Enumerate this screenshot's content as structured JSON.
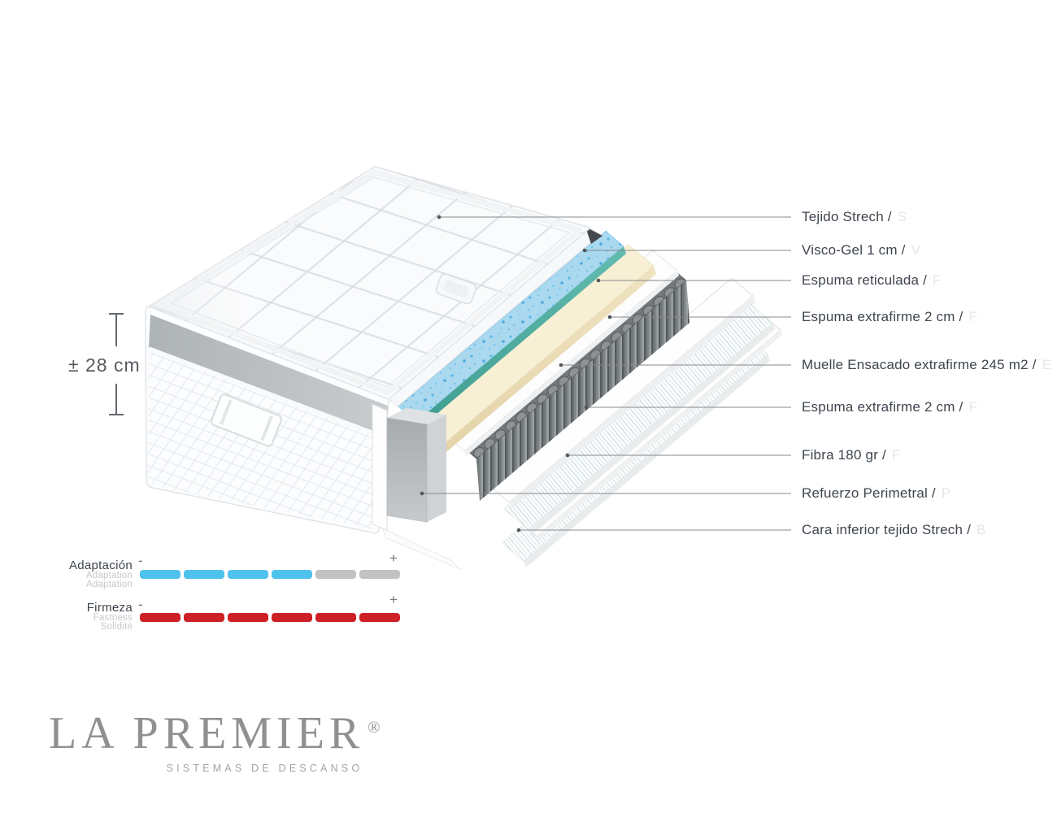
{
  "illustration": {
    "measurement_label": "± 28 cm",
    "layer_labels": [
      {
        "label": "Tejido Strech /",
        "faint": "S"
      },
      {
        "label": "Visco-Gel 1 cm /",
        "faint": "V"
      },
      {
        "label": "Espuma reticulada /",
        "faint": "F"
      },
      {
        "label": "Espuma extrafirme 2 cm /",
        "faint": "F"
      },
      {
        "label": "Muelle Ensacado extrafirme 245 m2 /",
        "faint": "E"
      },
      {
        "label": "Espuma extrafirme 2 cm /",
        "faint": "F"
      },
      {
        "label": "Fibra 180 gr /",
        "faint": "F"
      },
      {
        "label": "Refuerzo Perimetral /",
        "faint": "P"
      },
      {
        "label": "Cara inferior tejido Strech /",
        "faint": "B"
      }
    ]
  },
  "scales": [
    {
      "name": "Adaptación",
      "sub1": "Adaptation",
      "sub2": "Adaptation",
      "minus": "-",
      "plus": "+",
      "segments": 6,
      "filled": 4,
      "fill_color": "#4fc2ee",
      "empty_color": "#c2c2c2"
    },
    {
      "name": "Firmeza",
      "sub1": "Fastness",
      "sub2": "Solidité",
      "minus": "-",
      "plus": "+",
      "segments": 6,
      "filled": 6,
      "fill_color": "#ce2027",
      "empty_color": "#c2c2c2"
    }
  ],
  "logo": {
    "brand": "LA PREMIER",
    "registered": "®",
    "tagline": "SISTEMAS DE DESCANSO"
  },
  "colors": {
    "accent_blue": "#4fc2ee",
    "accent_red": "#ce2027",
    "segment_gray": "#c2c2c2",
    "gel_blue": "#a9d8ef",
    "gel_edge_teal": "#55b1a4",
    "foam_cream": "#f8f0d5",
    "spring_gray": "#7f8588",
    "text_dark": "#3e444e",
    "text_light": "#c5c8cb",
    "leader_line": "#86898d",
    "logo_gray": "#8f9092"
  }
}
